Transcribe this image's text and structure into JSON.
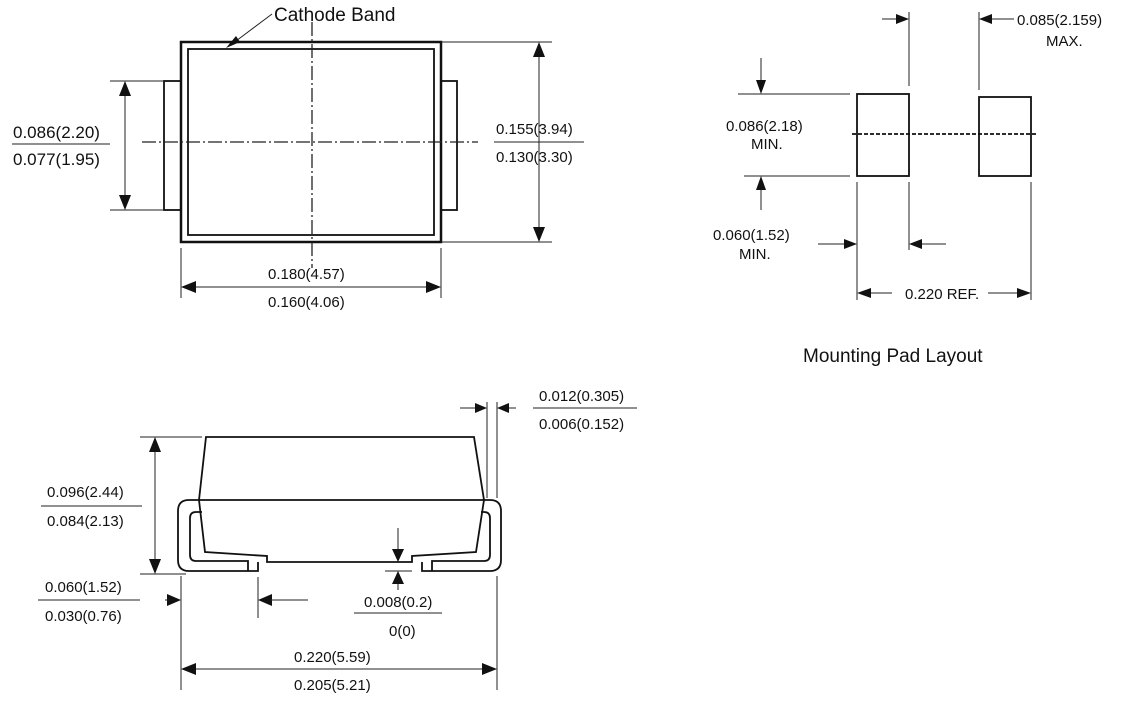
{
  "top_view": {
    "cathode_band_label": "Cathode Band",
    "height_max": "0.086(2.20)",
    "height_min": "0.077(1.95)",
    "length_max": "0.155(3.94)",
    "length_min": "0.130(3.30)",
    "width_max": "0.180(4.57)",
    "width_min": "0.160(4.06)"
  },
  "mounting_pad": {
    "title": "Mounting Pad Layout",
    "pad_gap_value": "0.085(2.159)",
    "pad_gap_note": "MAX.",
    "pad_height_value": "0.086(2.18)",
    "pad_height_note": "MIN.",
    "pad_width_value": "0.060(1.52)",
    "pad_width_note": "MIN.",
    "pitch": "0.220 REF."
  },
  "side_view": {
    "lead_thk_max": "0.012(0.305)",
    "lead_thk_min": "0.006(0.152)",
    "height_max": "0.096(2.44)",
    "height_min": "0.084(2.13)",
    "lead_len_max": "0.060(1.52)",
    "lead_len_min": "0.030(0.76)",
    "standoff_max": "0.008(0.2)",
    "standoff_min": "0(0)",
    "overall_max": "0.220(5.59)",
    "overall_min": "0.205(5.21)"
  }
}
